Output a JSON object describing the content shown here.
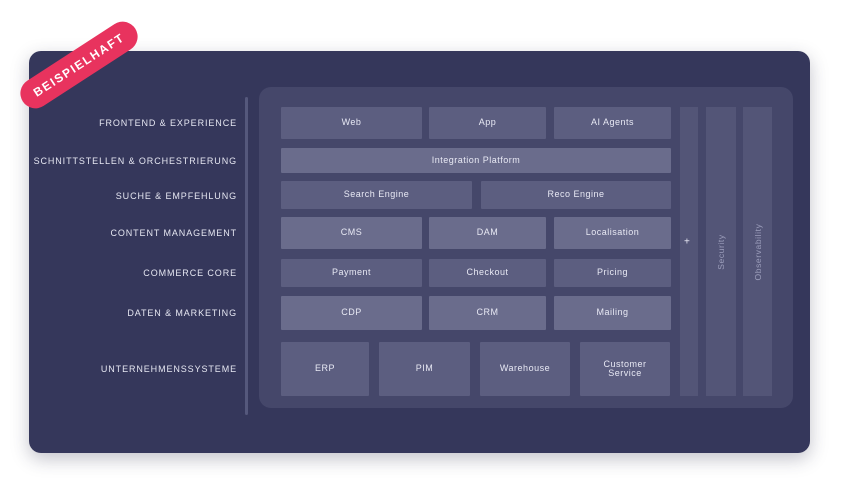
{
  "badge": "BEISPIELHAFT",
  "layers": [
    "FRONTEND & EXPERIENCE",
    "SCHNITTSTELLEN & ORCHESTRIERUNG",
    "SUCHE & EMPFEHLUNG",
    "CONTENT MANAGEMENT",
    "COMMERCE CORE",
    "DATEN & MARKETING",
    "UNTERNEHMENSSYSTEME"
  ],
  "frontend": [
    "Web",
    "App",
    "AI Agents"
  ],
  "orchestration": [
    "Integration Platform"
  ],
  "search": [
    "Search Engine",
    "Reco Engine"
  ],
  "content": [
    "CMS",
    "DAM",
    "Localisation"
  ],
  "commerce": [
    "Payment",
    "Checkout",
    "Pricing"
  ],
  "data": [
    "CDP",
    "CRM",
    "Mailing"
  ],
  "enterprise": [
    "ERP",
    "PIM",
    "Warehouse",
    "Customer Service"
  ],
  "crosscutting": {
    "plus": "+",
    "columns": [
      "Security",
      "Observability"
    ]
  },
  "colors": {
    "card": "#35375b",
    "panel": "#45476a",
    "box": "#5c5e80",
    "badge": "#e8335e"
  }
}
